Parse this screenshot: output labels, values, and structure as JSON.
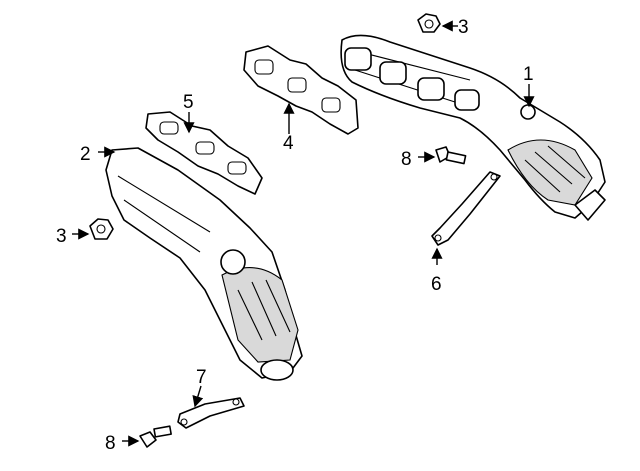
{
  "callouts": {
    "c1": "1",
    "c2": "2",
    "c3_top": "3",
    "c3_left": "3",
    "c4": "4",
    "c5": "5",
    "c6": "6",
    "c7": "7",
    "c8_right": "8",
    "c8_bottom": "8"
  }
}
